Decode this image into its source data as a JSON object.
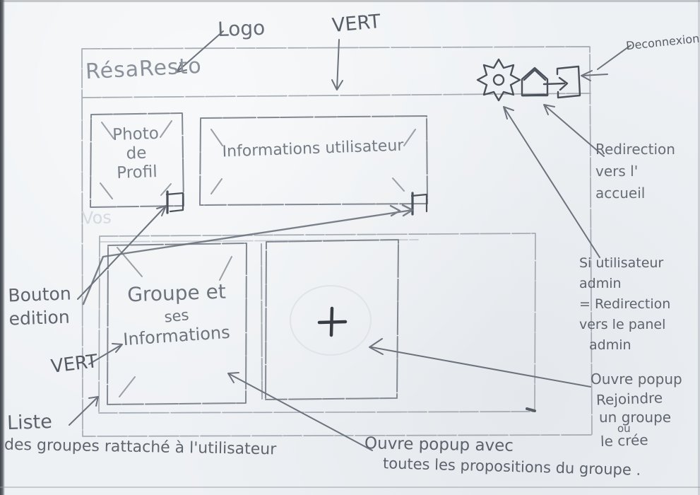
{
  "logo": {
    "text": "RésaResto"
  },
  "header": {
    "icons": [
      {
        "name": "settings-gear"
      },
      {
        "name": "home"
      },
      {
        "name": "logout"
      }
    ]
  },
  "profile": {
    "photo_label": [
      "Photo",
      "de",
      "Profil"
    ],
    "info_label": "Informations utilisateur",
    "faint_note": "Vos"
  },
  "groups": {
    "card_label": [
      "Groupe et",
      "ses",
      "Informations"
    ],
    "add_symbol": "+"
  },
  "annotations": {
    "logo": "Logo",
    "vert_top": "VERT",
    "deconnexion": "Deconnexion",
    "redirection_accueil": [
      "Redirection",
      "vers l'",
      "accueil"
    ],
    "admin": [
      "Si utilisateur",
      "admin",
      "= Redirection",
      "vers le panel",
      "admin"
    ],
    "bouton_edition": [
      "Bouton",
      "edition"
    ],
    "vert_left": "VERT",
    "liste_groupes": [
      "Liste",
      "des groupes rattaché à l'utilisateur"
    ],
    "popup_propositions": [
      "Ouvre popup avec",
      "toutes les propositions du groupe ."
    ],
    "popup_rejoindre": [
      "Ouvre popup",
      "Rejoindre",
      "un groupe",
      "ou",
      "le crée"
    ]
  },
  "colors": {
    "pencil_light": "#98a0a9",
    "pencil_mid": "#6c737d",
    "pencil_dark": "#4b515a",
    "paper": "#eef1f4"
  }
}
